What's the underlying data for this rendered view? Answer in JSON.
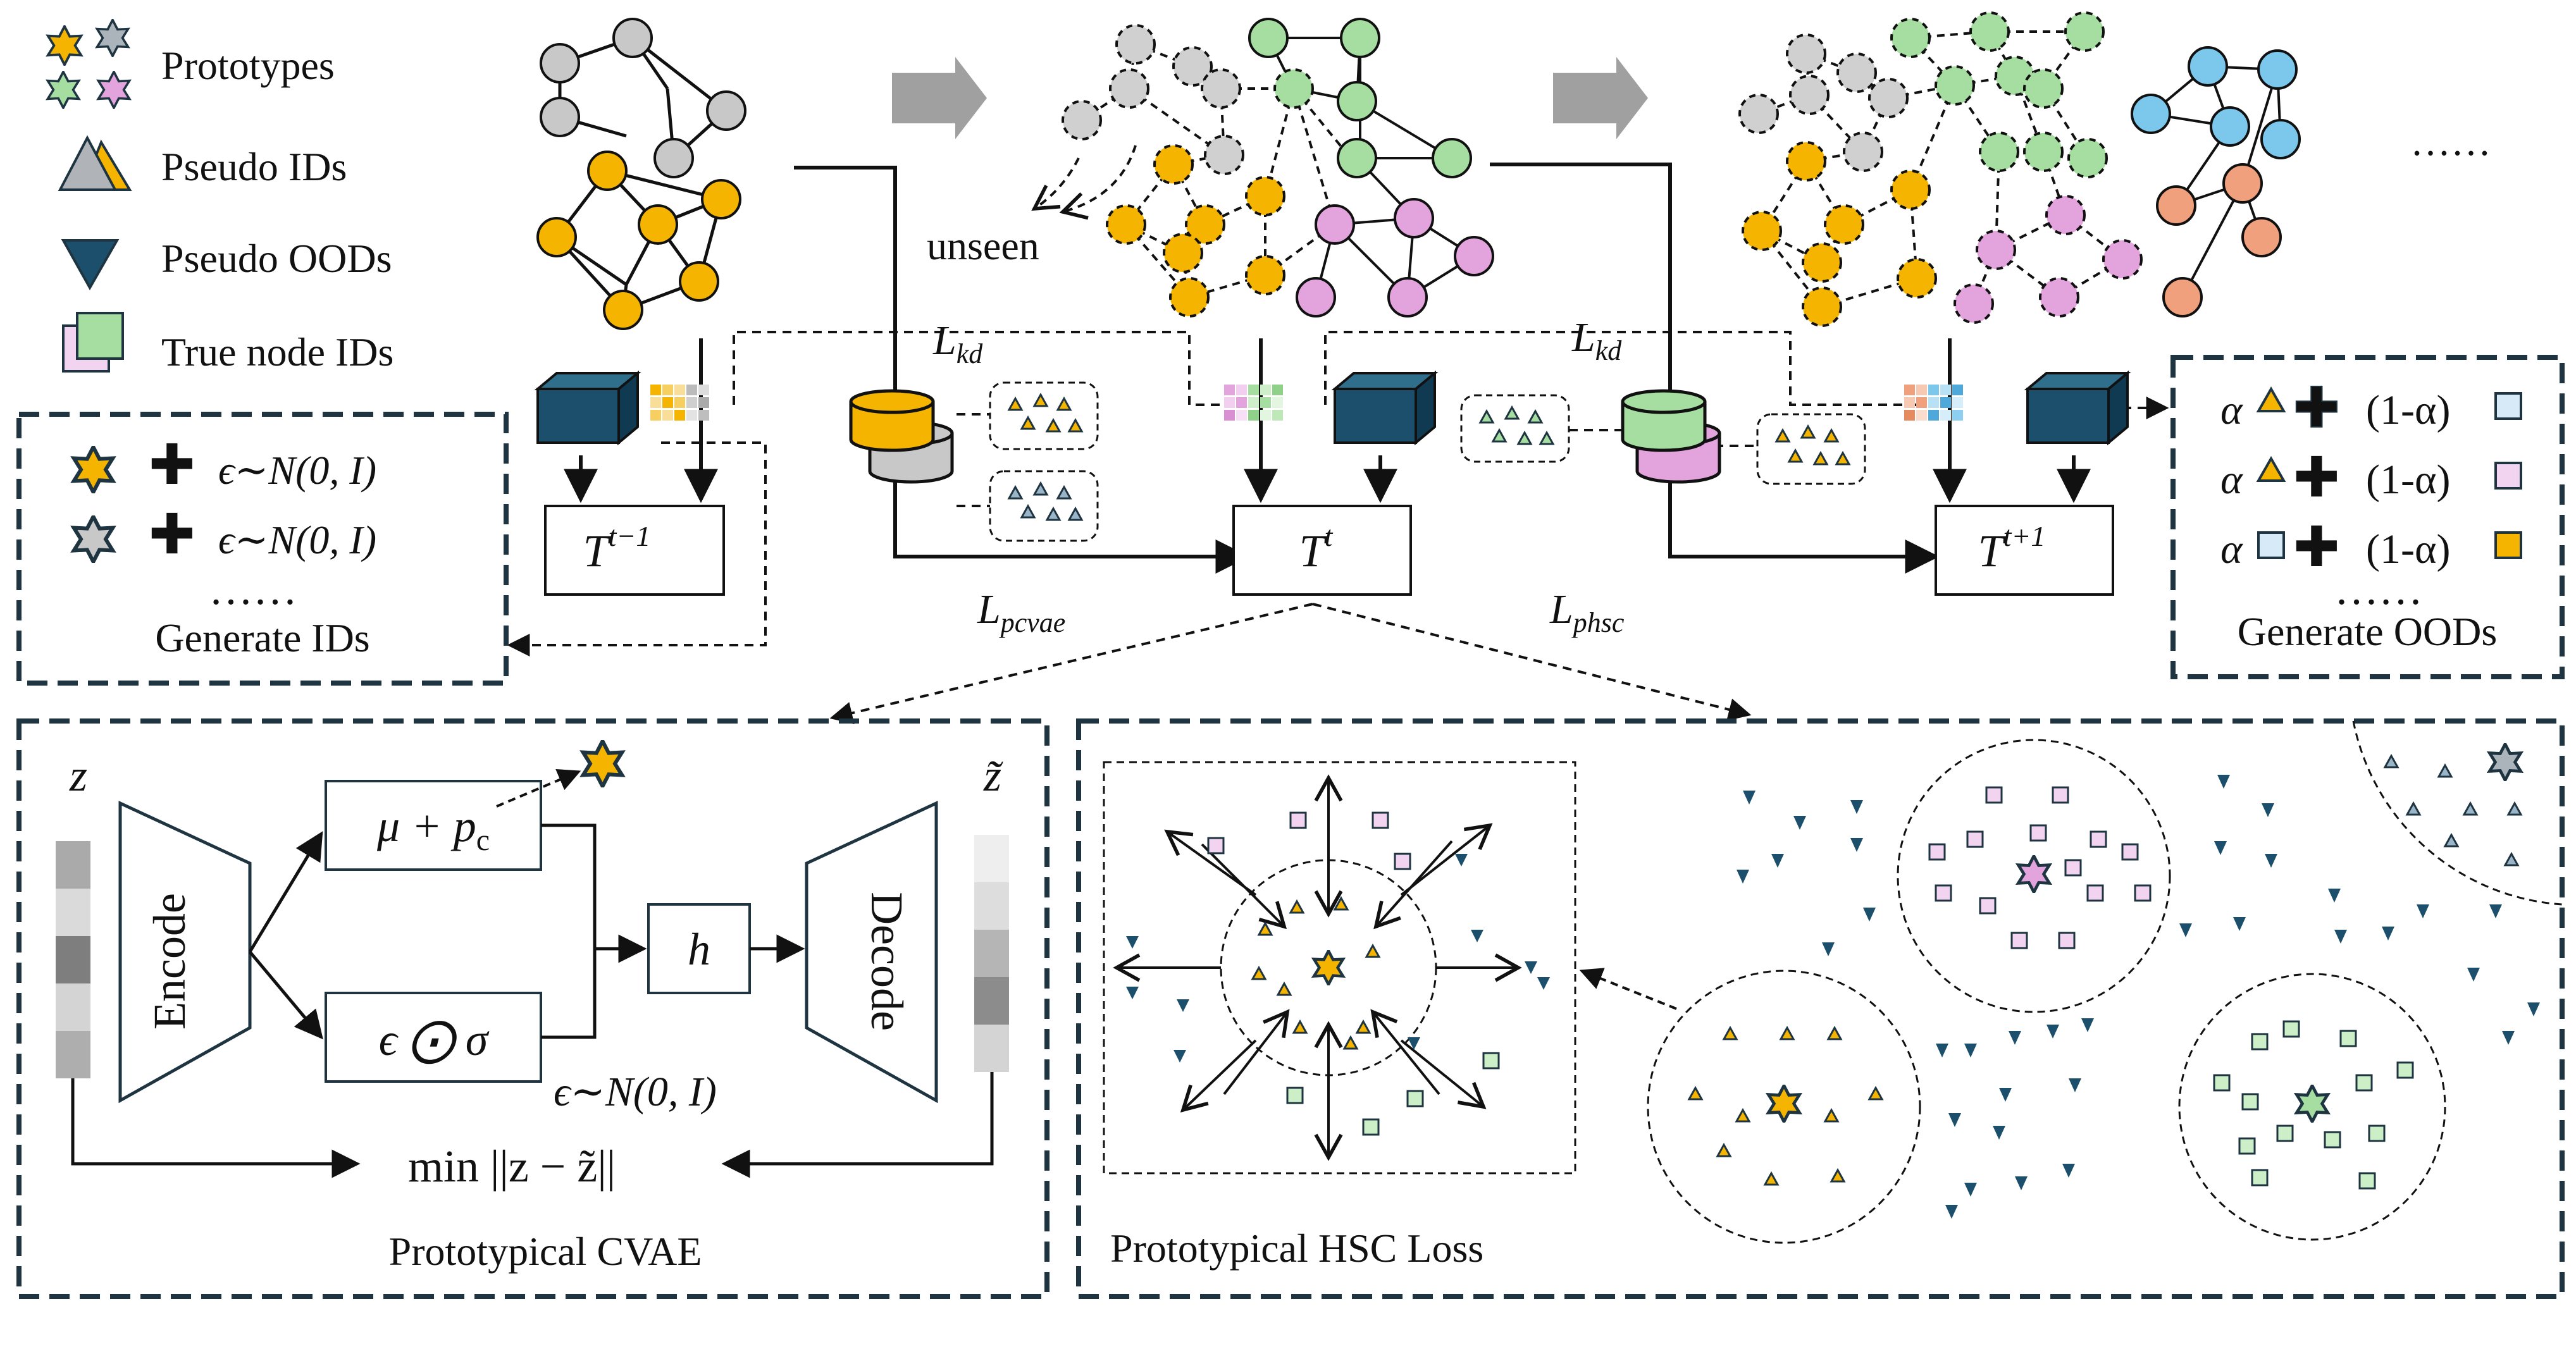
{
  "legend": {
    "prototypes": "Prototypes",
    "pseudo_ids": "Pseudo IDs",
    "pseudo_oods": "Pseudo OODs",
    "true_node_ids": "True node IDs"
  },
  "labels": {
    "unseen": "unseen",
    "lkd_1": "L",
    "lkd_1_sub": "kd",
    "lkd_2": "L",
    "lkd_2_sub": "kd",
    "lpcvae": "L",
    "lpcvae_sub": "pcvae",
    "lphsc": "L",
    "lphsc_sub": "phsc",
    "t_prev": "T",
    "t_prev_sup": "t−1",
    "t_cur": "T",
    "t_cur_sup": "t",
    "t_next": "T",
    "t_next_sup": "t+1",
    "dots_top": "……",
    "gen_ids_eps1": "ϵ∼N(0, I)",
    "gen_ids_eps2": "ϵ∼N(0, I)",
    "gen_ids_dots": "……",
    "gen_ids_title": "Generate IDs",
    "gen_oods_alpha1": "α",
    "gen_oods_alpha2": "α",
    "gen_oods_alpha3": "α",
    "gen_oods_oma1": "(1-α)",
    "gen_oods_oma2": "(1-α)",
    "gen_oods_oma3": "(1-α)",
    "gen_oods_dots": "……",
    "gen_oods_title": "Generate OODs",
    "cvae_z": "z",
    "cvae_zt": "z̃",
    "cvae_encode": "Encode",
    "cvae_decode": "Decode",
    "cvae_mu": "μ + p",
    "cvae_mu_sub": "c",
    "cvae_eps": "ϵ ⨀ σ",
    "cvae_h": "h",
    "cvae_eps_dist": "ϵ∼N(0, I)",
    "cvae_min": "min ||z − z̃||",
    "cvae_title": "Prototypical CVAE",
    "hsc_title": "Prototypical HSC Loss"
  },
  "colors": {
    "yellow": "#F5B400",
    "gray": "#C8C8C8",
    "green": "#A6DDA0",
    "pink": "#E3A3DD",
    "blue": "#7CC8EC",
    "orange": "#F0A07C",
    "navy": "#1B4F6B",
    "lightblue": "#D7EAF7",
    "lightpink": "#F2D3F0",
    "lightgreen": "#CDEFC7",
    "frame": "#1e3440"
  }
}
